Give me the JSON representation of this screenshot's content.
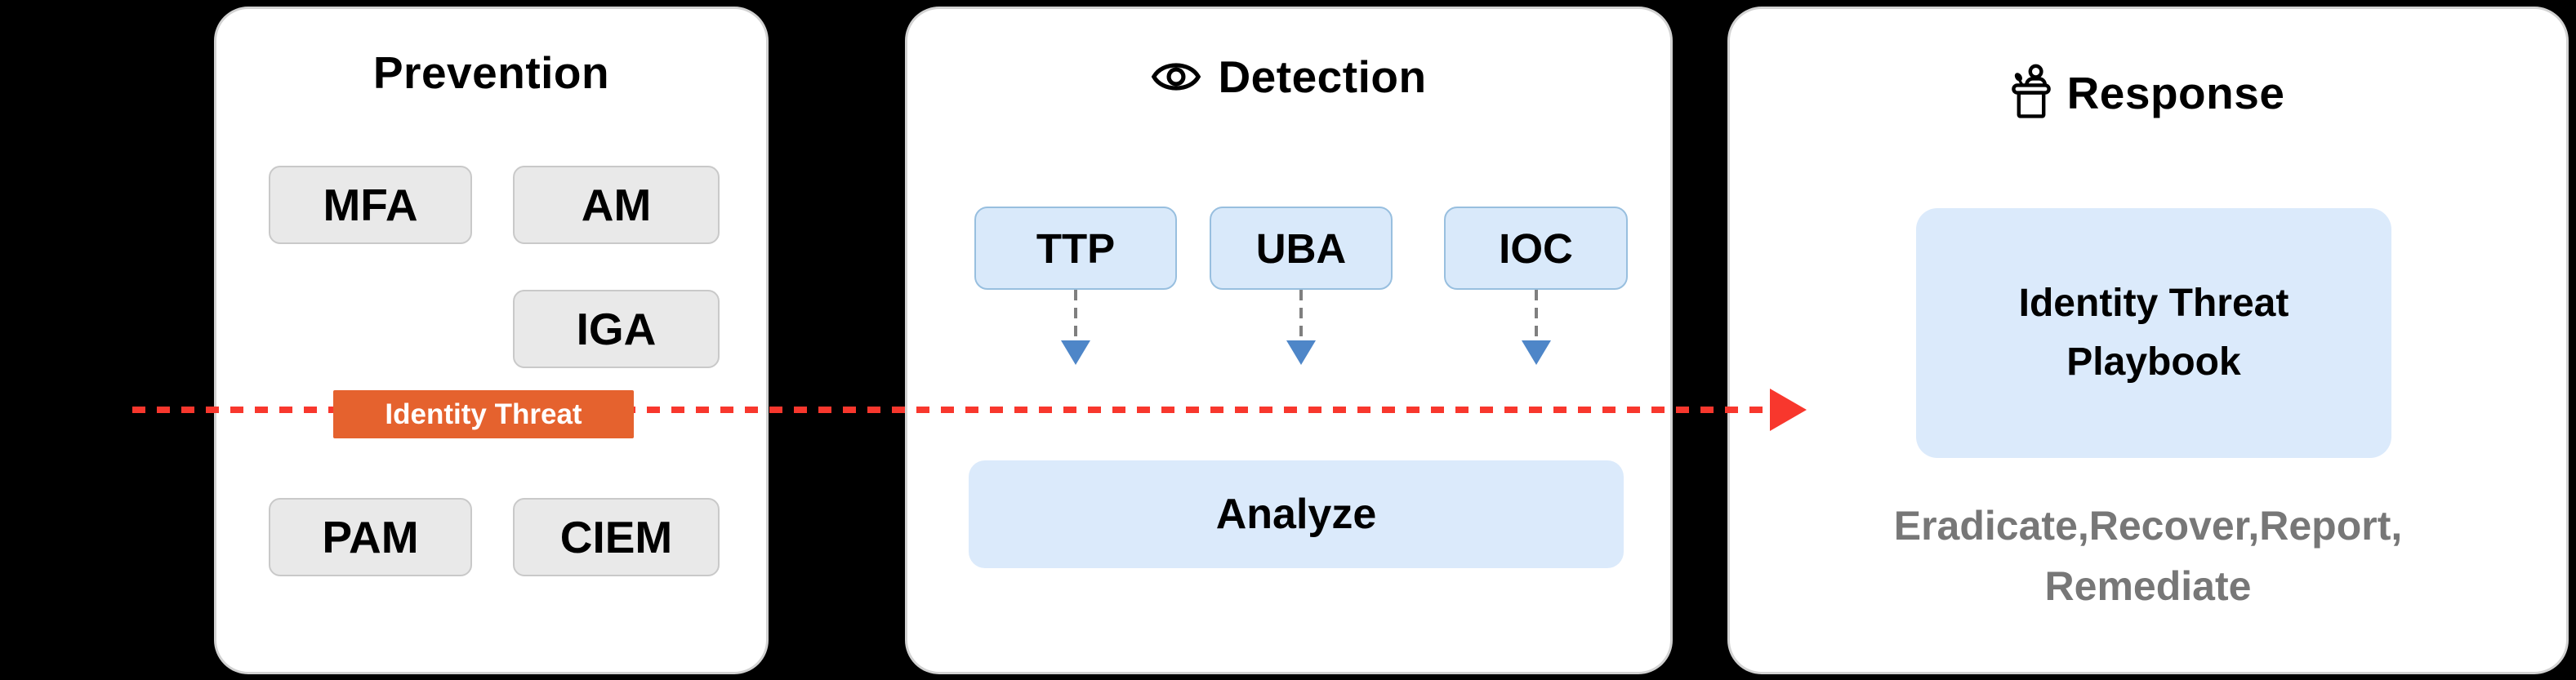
{
  "diagram": {
    "flow": {
      "badge_label": "Identity Threat"
    },
    "prevention": {
      "title": "Prevention",
      "boxes": [
        {
          "label": "MFA"
        },
        {
          "label": "AM"
        },
        {
          "label": "IGA"
        },
        {
          "label": "PAM"
        },
        {
          "label": "CIEM"
        }
      ]
    },
    "detection": {
      "title": "Detection",
      "icon": "eye-icon",
      "sources": [
        {
          "label": "TTP"
        },
        {
          "label": "UBA"
        },
        {
          "label": "IOC"
        }
      ],
      "analyze_label": "Analyze"
    },
    "response": {
      "title": "Response",
      "icon": "podium-icon",
      "playbook": {
        "line1": "Identity Threat",
        "line2": "Playbook"
      },
      "actions": {
        "line1": "Eradicate,Recover,Report,",
        "line2": "Remediate"
      }
    },
    "colors": {
      "background": "#000000",
      "panel_bg": "#ffffff",
      "panel_border": "#d2d2d2",
      "gray_box_bg": "#e9e9e9",
      "gray_box_border": "#c9c9c9",
      "blue_box_bg": "#d9e9fa",
      "blue_box_border": "#98bfdf",
      "light_blue_fill": "#dbeafb",
      "arrow_blue": "#4e86c8",
      "arrow_gray": "#7f7f7f",
      "flow_red": "#f8372d",
      "badge_orange": "#e5622e",
      "actions_text_gray": "#777777"
    }
  }
}
